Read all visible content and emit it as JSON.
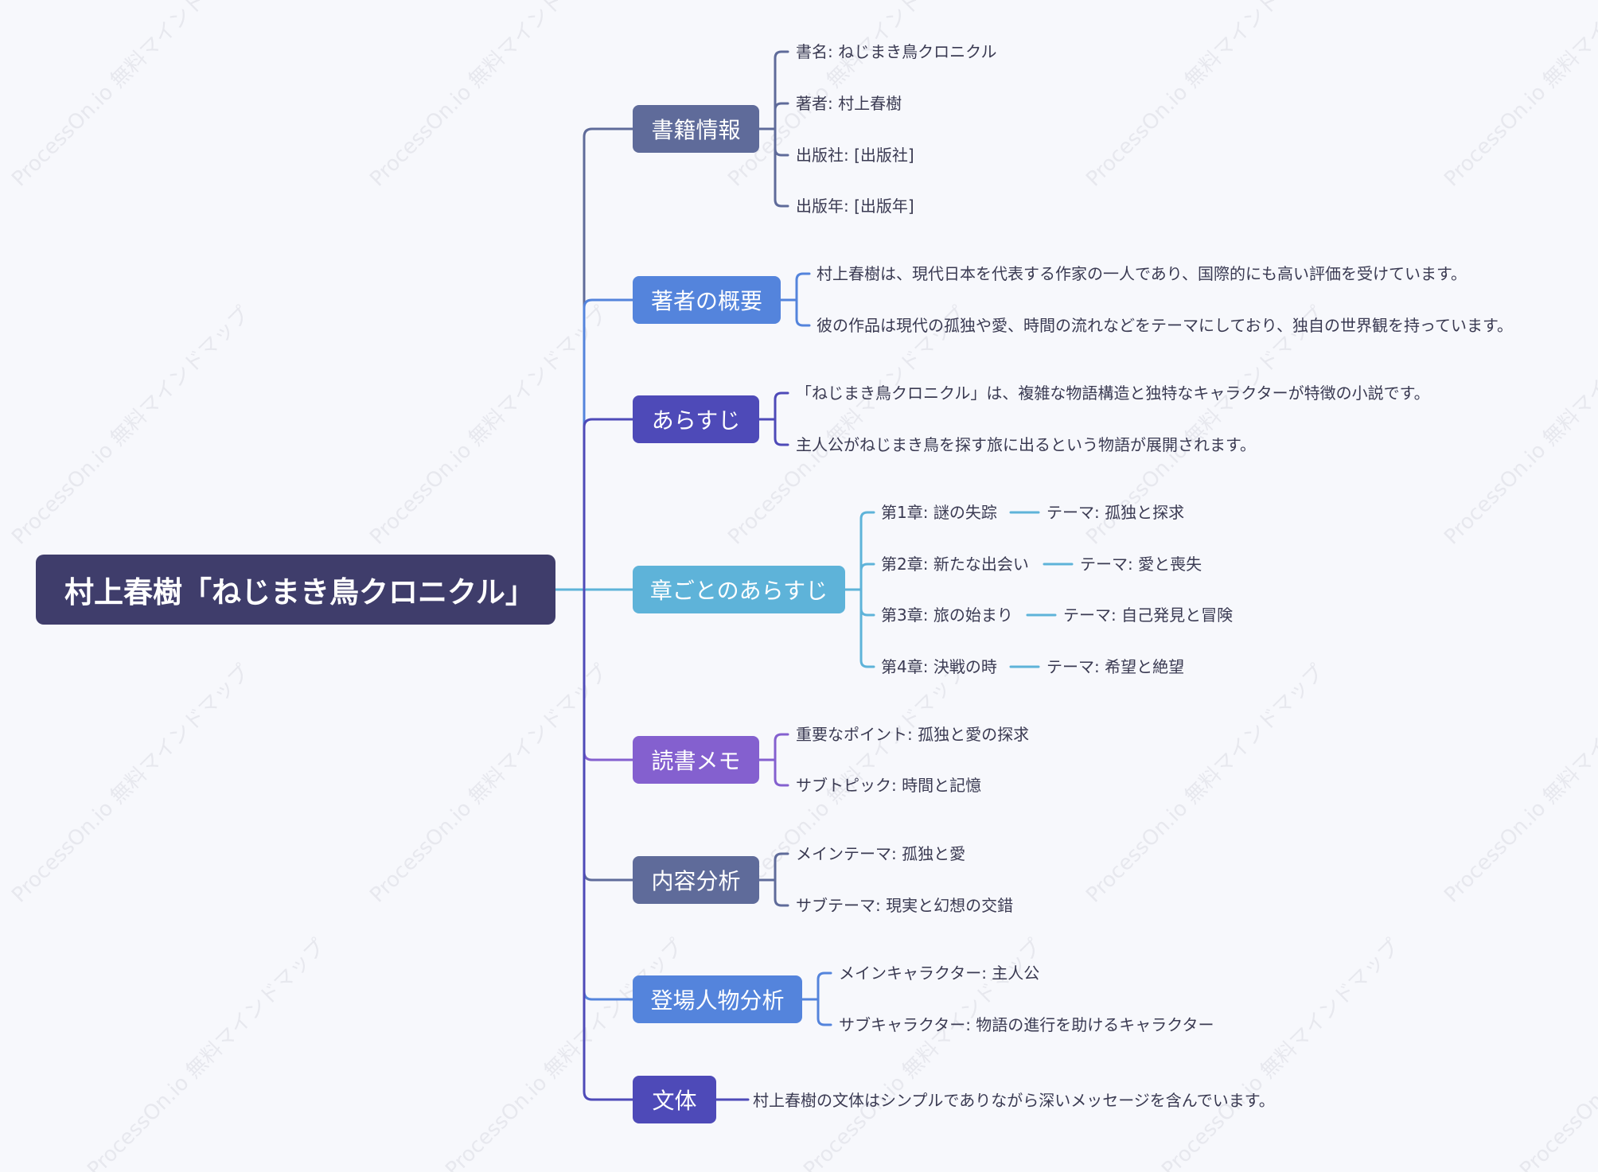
{
  "watermark": "ProcessOn.io 無料マインドマップ",
  "root": {
    "label": "村上春樹「ねじまき鳥クロニクル」",
    "color": "#3f3d6b"
  },
  "branches": [
    {
      "label": "書籍情報",
      "color": "#5f6b9a",
      "children": [
        "書名: ねじまき鳥クロニクル",
        "著者: 村上春樹",
        "出版社: [出版社]",
        "出版年: [出版年]"
      ]
    },
    {
      "label": "著者の概要",
      "color": "#5484dc",
      "children": [
        "村上春樹は、現代日本を代表する作家の一人であり、国際的にも高い評価を受けています。",
        "彼の作品は現代の孤独や愛、時間の流れなどをテーマにしており、独自の世界観を持っています。"
      ]
    },
    {
      "label": "あらすじ",
      "color": "#4e4ab8",
      "children": [
        "「ねじまき鳥クロニクル」は、複雑な物語構造と独特なキャラクターが特徴の小説です。",
        "主人公がねじまき鳥を探す旅に出るという物語が展開されます。"
      ]
    },
    {
      "label": "章ごとのあらすじ",
      "color": "#5eb3d9",
      "children": [
        {
          "label": "第1章: 謎の失踪",
          "sub": "テーマ: 孤独と探求"
        },
        {
          "label": "第2章: 新たな出会い",
          "sub": "テーマ: 愛と喪失"
        },
        {
          "label": "第3章: 旅の始まり",
          "sub": "テーマ: 自己発見と冒険"
        },
        {
          "label": "第4章: 決戦の時",
          "sub": "テーマ: 希望と絶望"
        }
      ]
    },
    {
      "label": "読書メモ",
      "color": "#8460cf",
      "children": [
        "重要なポイント: 孤独と愛の探求",
        "サブトピック: 時間と記憶"
      ]
    },
    {
      "label": "内容分析",
      "color": "#5f6b9a",
      "children": [
        "メインテーマ: 孤独と愛",
        "サブテーマ: 現実と幻想の交錯"
      ]
    },
    {
      "label": "登場人物分析",
      "color": "#5484dc",
      "children": [
        "メインキャラクター: 主人公",
        "サブキャラクター: 物語の進行を助けるキャラクター"
      ]
    },
    {
      "label": "文体",
      "color": "#4e4ab8",
      "children": [
        "村上春樹の文体はシンプルでありながら深いメッセージを含んでいます。"
      ]
    }
  ]
}
